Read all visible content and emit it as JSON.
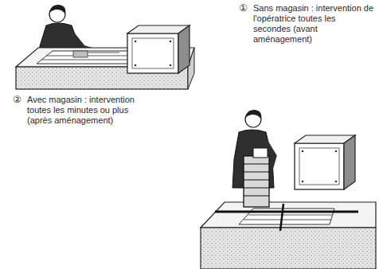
{
  "diagram": {
    "labels": [
      "①",
      "Sans magasin : intervention de l'opératrice toutes les secondes (avant aménagement)",
      "②",
      "Avec magasin : intervention toutes les minutes ou plus (après aménagement)"
    ]
  }
}
